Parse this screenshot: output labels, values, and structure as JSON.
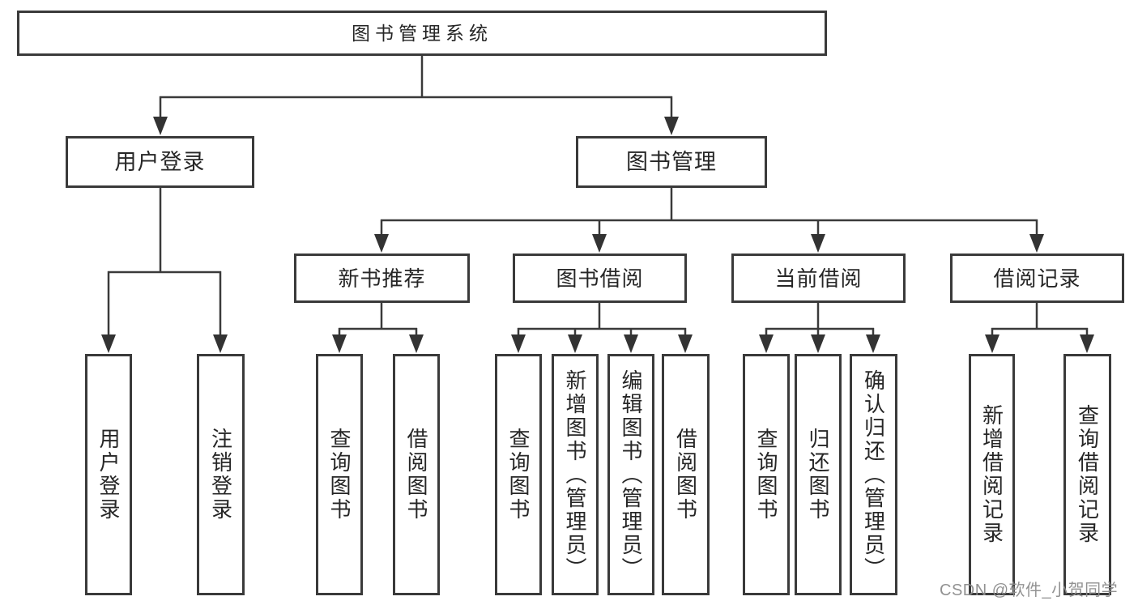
{
  "diagram": {
    "type": "tree",
    "root": {
      "label": "图书管理系统"
    },
    "level2": [
      {
        "label": "用户登录",
        "parent": "图书管理系统"
      },
      {
        "label": "图书管理",
        "parent": "图书管理系统"
      }
    ],
    "level3": [
      {
        "label": "新书推荐",
        "parent": "图书管理"
      },
      {
        "label": "图书借阅",
        "parent": "图书管理"
      },
      {
        "label": "当前借阅",
        "parent": "图书管理"
      },
      {
        "label": "借阅记录",
        "parent": "图书管理"
      }
    ],
    "leaves": [
      {
        "label": "用户登录",
        "parent": "用户登录"
      },
      {
        "label": "注销登录",
        "parent": "用户登录"
      },
      {
        "label": "查询图书",
        "parent": "新书推荐"
      },
      {
        "label": "借阅图书",
        "parent": "新书推荐"
      },
      {
        "label": "查询图书",
        "parent": "图书借阅"
      },
      {
        "label": "新增图书（管理员）",
        "parent": "图书借阅"
      },
      {
        "label": "编辑图书（管理员）",
        "parent": "图书借阅"
      },
      {
        "label": "借阅图书",
        "parent": "图书借阅"
      },
      {
        "label": "查询图书",
        "parent": "当前借阅"
      },
      {
        "label": "归还图书",
        "parent": "当前借阅"
      },
      {
        "label": "确认归还（管理员）",
        "parent": "当前借阅"
      },
      {
        "label": "新增借阅记录",
        "parent": "借阅记录"
      },
      {
        "label": "查询借阅记录",
        "parent": "借阅记录"
      }
    ],
    "watermark": "CSDN @软件_小贺同学",
    "colors": {
      "line": "#3a3a3a",
      "arrow": "#333333",
      "text": "#262626",
      "watermark": "#8c8c8c",
      "background": "#ffffff"
    }
  }
}
